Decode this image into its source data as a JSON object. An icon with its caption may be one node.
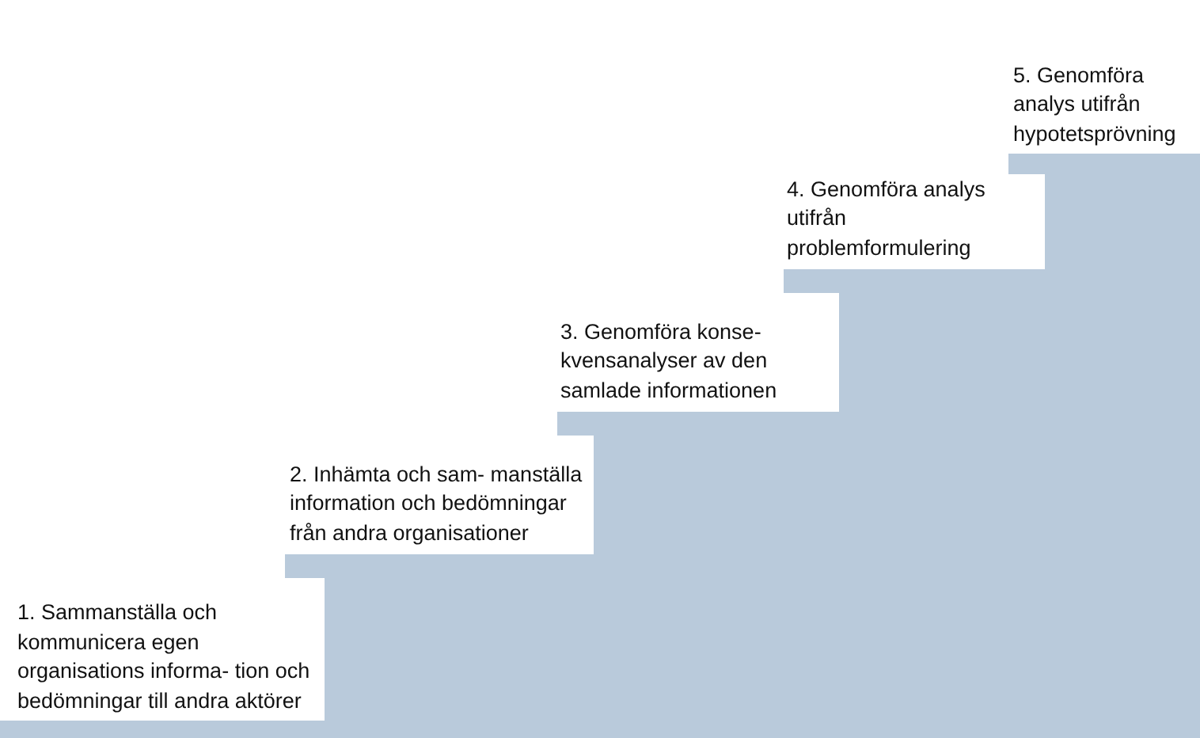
{
  "diagram": {
    "nodes": [
      {
        "text": [
          "1. Sammanställa och kommunicera egen organisations informa- tion och bedömningar till andra aktörer"
        ]
      },
      {
        "text": [
          "2. Inhämta och sam- manställa information och bedömningar från andra organisationer"
        ]
      },
      {
        "text": [
          "3. Genomföra konse- kvensanalyser av den samlade informationen"
        ]
      },
      {
        "text": [
          "4. Genomföra analys utifrån problemformulering"
        ]
      },
      {
        "text": [
          "5. Genomföra analys utifrån hypotetsprövning"
        ]
      }
    ]
  }
}
